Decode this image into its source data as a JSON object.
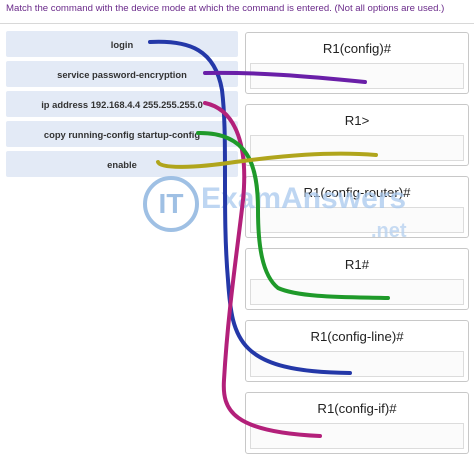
{
  "instruction": "Match the command with the device mode at which the command is entered. (Not all options are used.)",
  "commands": [
    {
      "label": "login"
    },
    {
      "label": "service password-encryption"
    },
    {
      "label": "ip address 192.168.4.4 255.255.255.0"
    },
    {
      "label": "copy running-config startup-config"
    },
    {
      "label": "enable"
    }
  ],
  "targets": [
    {
      "label": "R1(config)#"
    },
    {
      "label": "R1>"
    },
    {
      "label": "R1(config-router)#"
    },
    {
      "label": "R1#"
    },
    {
      "label": "R1(config-line)#"
    },
    {
      "label": "R1(config-if)#"
    }
  ],
  "watermark": {
    "it": "IT",
    "brand": "ExamAnswers",
    "domain": ".net"
  },
  "line_colors": {
    "login": "#2438a8",
    "service password-encryption": "#6a1fa8",
    "ip address 192.168.4.4 255.255.255.0": "#b3207a",
    "copy running-config startup-config": "#1f9a2a",
    "enable": "#b0a51c"
  }
}
